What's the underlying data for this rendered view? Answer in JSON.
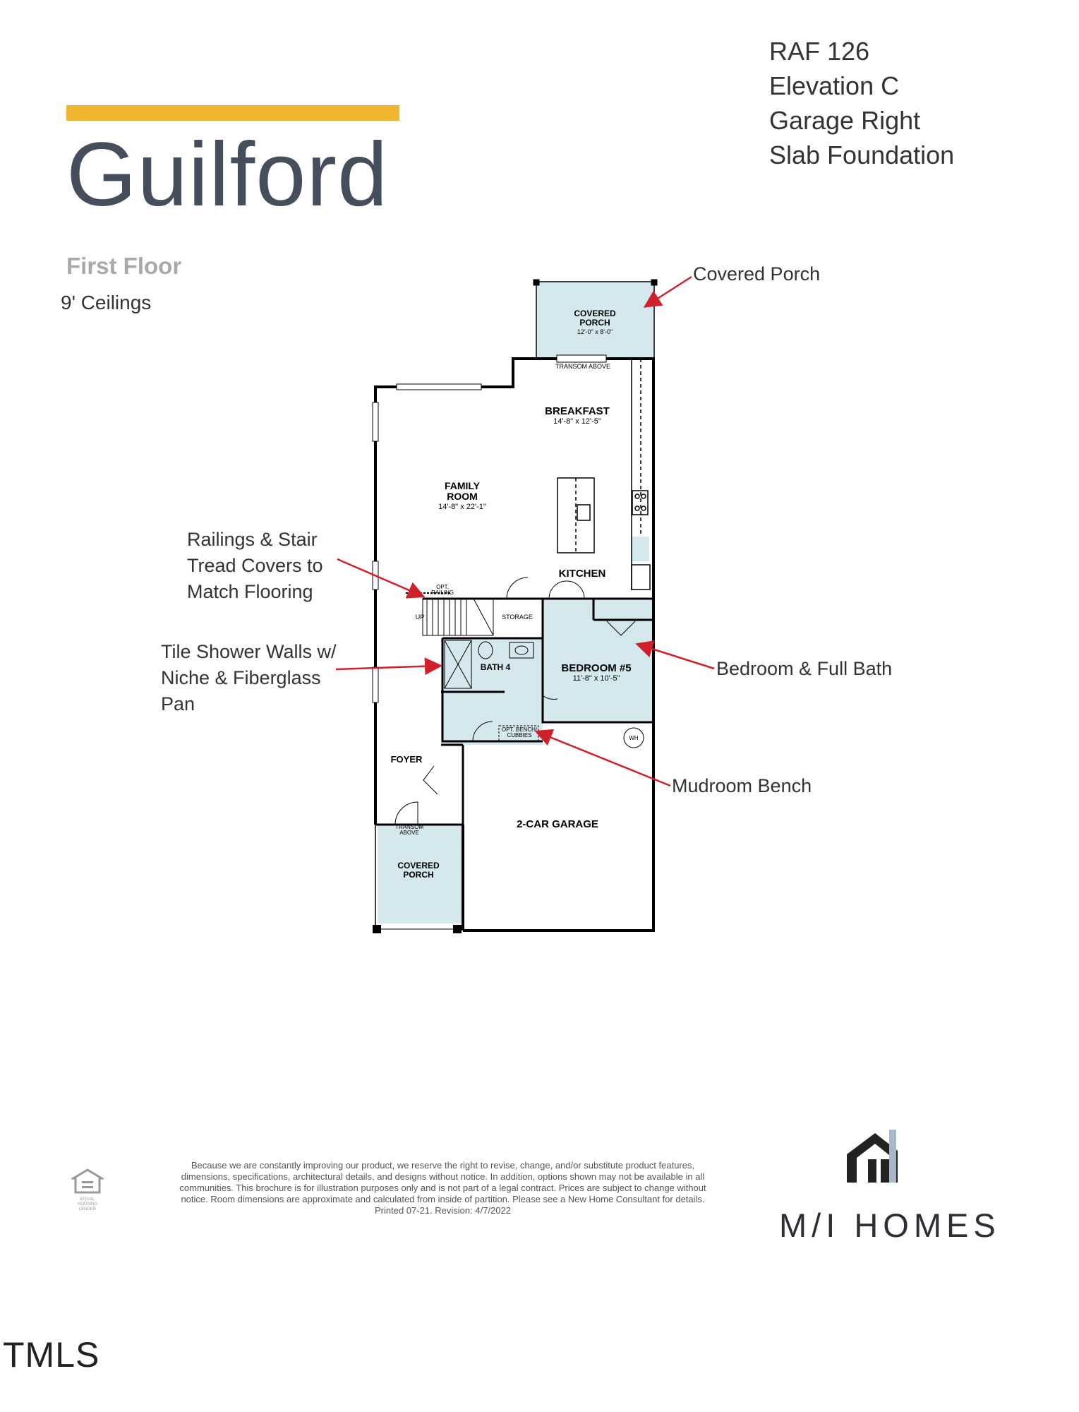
{
  "header": {
    "title": "Guilford",
    "floor_label": "First Floor",
    "ceiling_label": "9' Ceilings",
    "spec_lines": [
      "RAF 126",
      "Elevation C",
      "Garage Right",
      "Slab Foundation"
    ]
  },
  "callouts": {
    "covered_porch": "Covered Porch",
    "railings": [
      "Railings & Stair",
      "Tread Covers to",
      "Match Flooring"
    ],
    "tile_shower": [
      "Tile Shower Walls w/",
      "Niche & Fiberglass",
      "Pan"
    ],
    "bedroom_bath": "Bedroom & Full Bath",
    "mudroom": "Mudroom Bench"
  },
  "plan": {
    "covered_porch_rear": {
      "name": "COVERED\nPORCH",
      "line1": "COVERED",
      "line2": "PORCH",
      "dims": "12'-0\" x 8'-0\""
    },
    "transom_above": "TRANSOM ABOVE",
    "breakfast": {
      "name": "BREAKFAST",
      "dims": "14'-8\" x 12'-5\""
    },
    "family_room": {
      "line1": "FAMILY",
      "line2": "ROOM",
      "dims": "14'-8\" x 22'-1\""
    },
    "kitchen": "KITCHEN",
    "opt_railing": [
      "OPT.",
      "RAILING"
    ],
    "up": "UP",
    "storage": "STORAGE",
    "bath4": "BATH 4",
    "bedroom5": {
      "name": "BEDROOM #5",
      "dims": "11'-8\" x 10'-5\""
    },
    "opt_bench": [
      "OPT. BENCH/",
      "CUBBIES"
    ],
    "wh": "WH",
    "foyer": "FOYER",
    "transom_front": [
      "TRANSOM",
      "ABOVE"
    ],
    "covered_porch_front": {
      "line1": "COVERED",
      "line2": "PORCH"
    },
    "garage": "2-CAR GARAGE"
  },
  "footer": {
    "disclaimer": "Because we are constantly improving our product, we reserve the right to revise, change, and/or substitute product features, dimensions, specifications, architectural details, and designs without notice. In addition, options shown may not be available in all communities. This brochure is for illustration purposes only and is not part of a legal contract. Prices are subject to change without notice. Room dimensions are approximate and calculated from inside of partition. Please see a New Home Consultant for details. Printed 07-21. Revision: 4/7/2022",
    "equal_housing": [
      "EQUAL HOUSING",
      "LENDER"
    ],
    "brand": "M/I HOMES",
    "watermark": "TMLS"
  },
  "colors": {
    "accent": "#f0b52e",
    "title": "#454f5c",
    "plan_fill": "#d4e8ee",
    "arrow": "#d0202c"
  }
}
